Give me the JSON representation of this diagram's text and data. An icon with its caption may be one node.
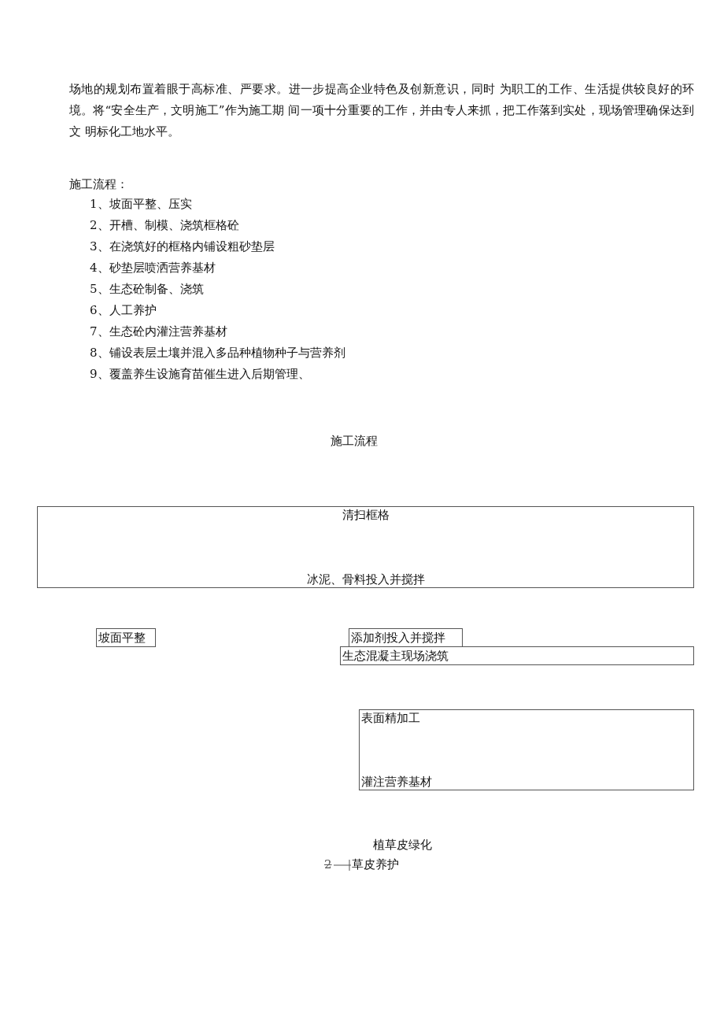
{
  "diagram": {
    "title": "施工流程",
    "nodes": [
      {
        "text": [
          "清扫框格",
          "冰泥、骨料投入并搅拌"
        ]
      },
      {
        "text": [
          "坡面平整"
        ]
      },
      {
        "text": [
          "添加剂投入并搅拌"
        ]
      },
      {
        "text": [
          "生态混凝主现场浇筑"
        ]
      },
      {
        "text": [
          "表面精加工",
          "灌注营养基材"
        ]
      }
    ],
    "edges": [],
    "labels": [
      "场地的规划布置着眼于高标准、严要求。进一步提高企业特色及创新意识，同时 为职工的工作、生活提供较良好的环境。将“安全生产，文明施工”作为施工期 间一项十分重要的工作，并由专人来抓，把工作落到实处，现场管理确保达到文 明标化工地水平。",
      "施工流程：",
      "1、坡面平整、压实",
      "2、开槽、制模、浇筑框格砼",
      "3、在浇筑好的框格内铺设粗砂垫层",
      "4、砂垫层喷洒营养基材",
      "5、生态砼制备、浇筑",
      "6、人工养护",
      "7、生态砼内灌注营养基材",
      "8、铺设表层土壤并混入多品种植物种子与营养剂",
      "9、覆盖养生设施育苗催生进入后期管理、",
      "植草皮绿化",
      "2",
      "草皮养护"
    ]
  }
}
